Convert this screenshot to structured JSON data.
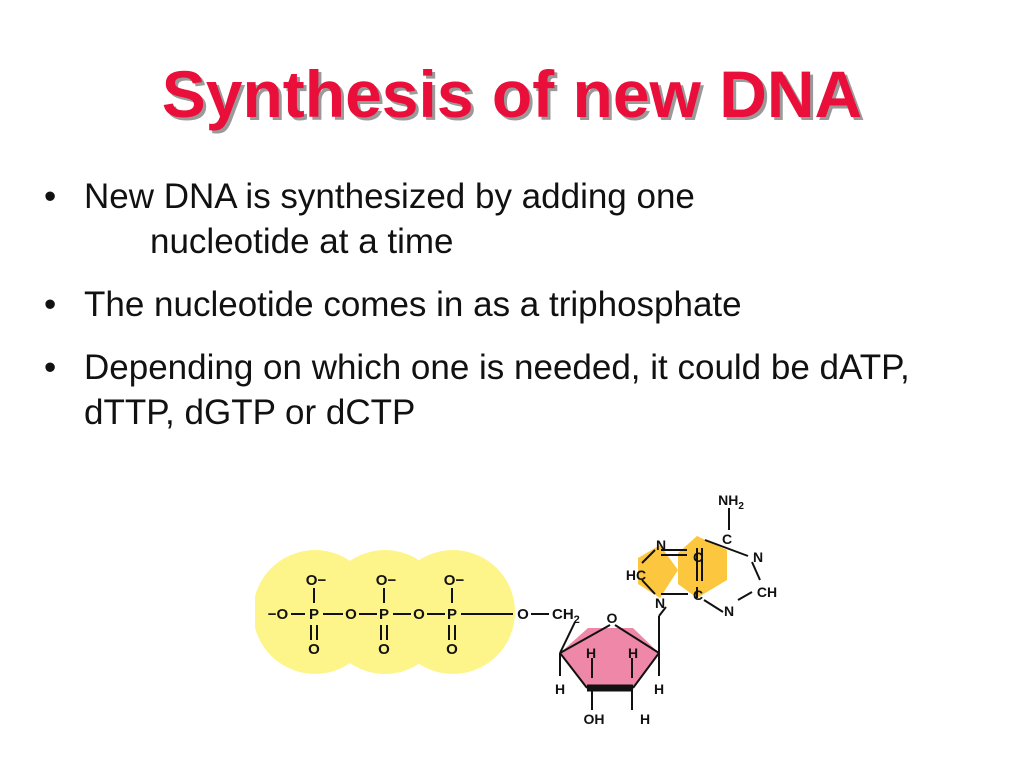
{
  "slide": {
    "title": "Synthesis of new DNA",
    "bullets": [
      {
        "line1": "New DNA is synthesized by adding one",
        "line2": "nucleotide at a time"
      },
      {
        "line1": "The nucleotide comes in as a triphosphate"
      },
      {
        "line1": "Depending on which one is needed, it could be dATP, dTTP, dGTP or dCTP"
      }
    ]
  },
  "diagram": {
    "colors": {
      "phosphate": "#fdf58a",
      "sugar": "#ef87a8",
      "base": "#fcc63f",
      "line": "#111111"
    },
    "phosphates": [
      {
        "top": "O−",
        "center": "P",
        "bottom": "O"
      },
      {
        "top": "O−",
        "center": "P",
        "bottom": "O"
      },
      {
        "top": "O−",
        "center": "P",
        "bottom": "O"
      }
    ],
    "chain": {
      "left_o": "−O",
      "bridge_o1": "O",
      "bridge_o2": "O",
      "bridge_o3": "O",
      "ch2": "CH",
      "ch2_sub": "2"
    },
    "sugar": {
      "ring_o": "O",
      "h1": "H",
      "h2": "H",
      "h3": "H",
      "h4": "H",
      "oh": "OH",
      "h5": "H"
    },
    "base": {
      "nh2": "NH",
      "nh2_sub": "2",
      "c_top": "C",
      "n_right": "N",
      "ch": "CH",
      "n_bottom_right": "N",
      "c_mid_right": "C",
      "c_mid_left": "C",
      "n_top_left": "N",
      "hc": "HC",
      "n_bottom_left": "N"
    }
  }
}
